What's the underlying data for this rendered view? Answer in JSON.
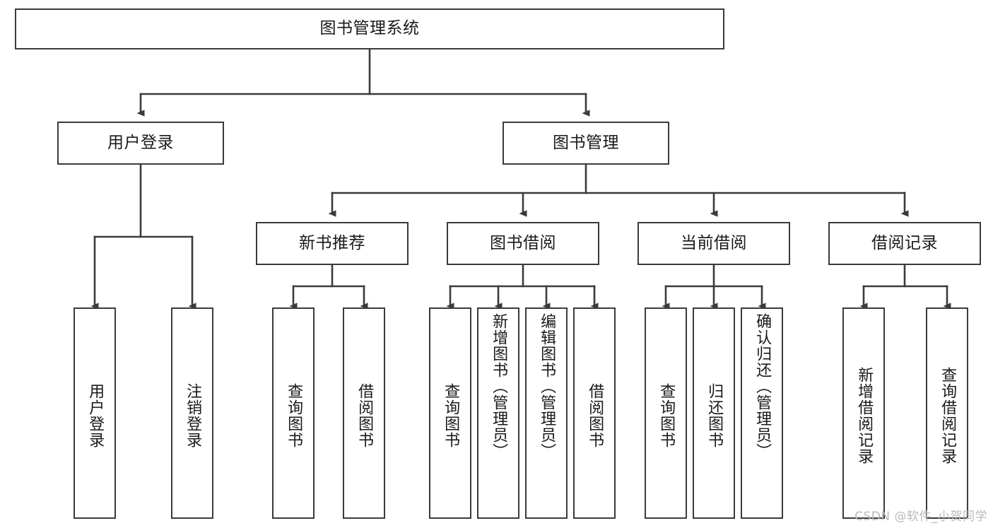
{
  "diagram": {
    "title": "图书管理系统",
    "type": "tree-hierarchy",
    "root": {
      "label": "图书管理系统"
    },
    "level2": [
      {
        "label": "用户登录"
      },
      {
        "label": "图书管理"
      }
    ],
    "level3": [
      {
        "label": "新书推荐"
      },
      {
        "label": "图书借阅"
      },
      {
        "label": "当前借阅"
      },
      {
        "label": "借阅记录"
      }
    ],
    "leaves": {
      "user_login": [
        {
          "label": "用户登录"
        },
        {
          "label": "注销登录"
        }
      ],
      "new_book_recommend": [
        {
          "label": "查询图书"
        },
        {
          "label": "借阅图书"
        }
      ],
      "book_borrow": [
        {
          "label": "查询图书"
        },
        {
          "label": "新增图书（管理员）"
        },
        {
          "label": "编辑图书（管理员）"
        },
        {
          "label": "借阅图书"
        }
      ],
      "current_borrow": [
        {
          "label": "查询图书"
        },
        {
          "label": "归还图书"
        },
        {
          "label": "确认归还（管理员）"
        }
      ],
      "borrow_records": [
        {
          "label": "新增借阅记录"
        },
        {
          "label": "查询借阅记录"
        }
      ]
    }
  },
  "watermark": {
    "text": "CSDN @软件_小贺同学"
  },
  "colors": {
    "border": "#3b3b3b",
    "text": "#1a1a1a",
    "background": "#ffffff",
    "watermark": "#b9b9b9"
  }
}
